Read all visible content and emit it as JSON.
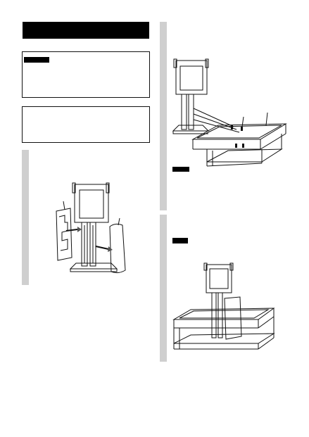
{
  "page": {
    "title": "",
    "note_box_1": {
      "label": "",
      "body": ""
    },
    "note_box_2": {
      "body": ""
    },
    "steps": [
      {
        "text": "",
        "figure": "stand-cover-assembly-illustration"
      },
      {
        "text": "",
        "figure": "stand-on-rack-illustration",
        "note_label": "",
        "note_text": ""
      },
      {
        "text": "",
        "figure": "stand-inserted-rack-illustration",
        "note_label": "",
        "note_text": ""
      }
    ]
  },
  "colors": {
    "ink": "#111111",
    "stripe": "#cfcfcf",
    "bar": "#000000",
    "shade": "#d9d9d9"
  }
}
